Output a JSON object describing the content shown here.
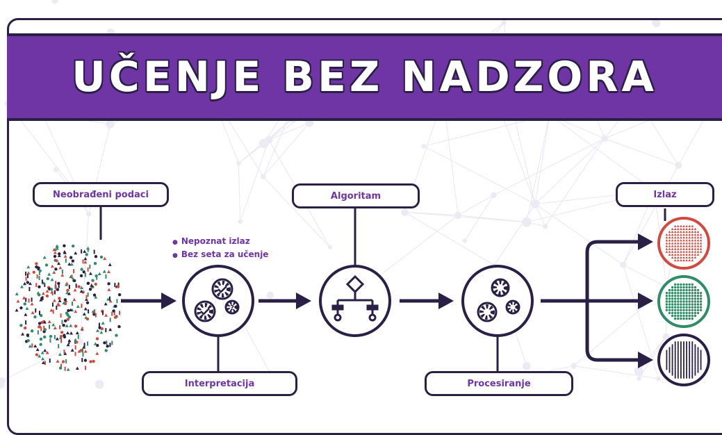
{
  "title": "UČENJE BEZ NADZORA",
  "labels": {
    "raw_data": "Neobrađeni podaci",
    "algorithm": "Algoritam",
    "output": "Izlaz",
    "interpretation": "Interpretacija",
    "processing": "Procesiranje"
  },
  "bullets": [
    "Nepoznat izlaz",
    "Bez seta za učenje"
  ],
  "colors": {
    "purple": "#6f35a5",
    "dark": "#2a1f45",
    "red": "#d24a3e",
    "green": "#2f8b68",
    "navy": "#2a1f45"
  },
  "icons": {
    "interpretation": "gears-check-question-icon",
    "algorithm": "flowchart-icon",
    "processing": "gears-icon"
  }
}
